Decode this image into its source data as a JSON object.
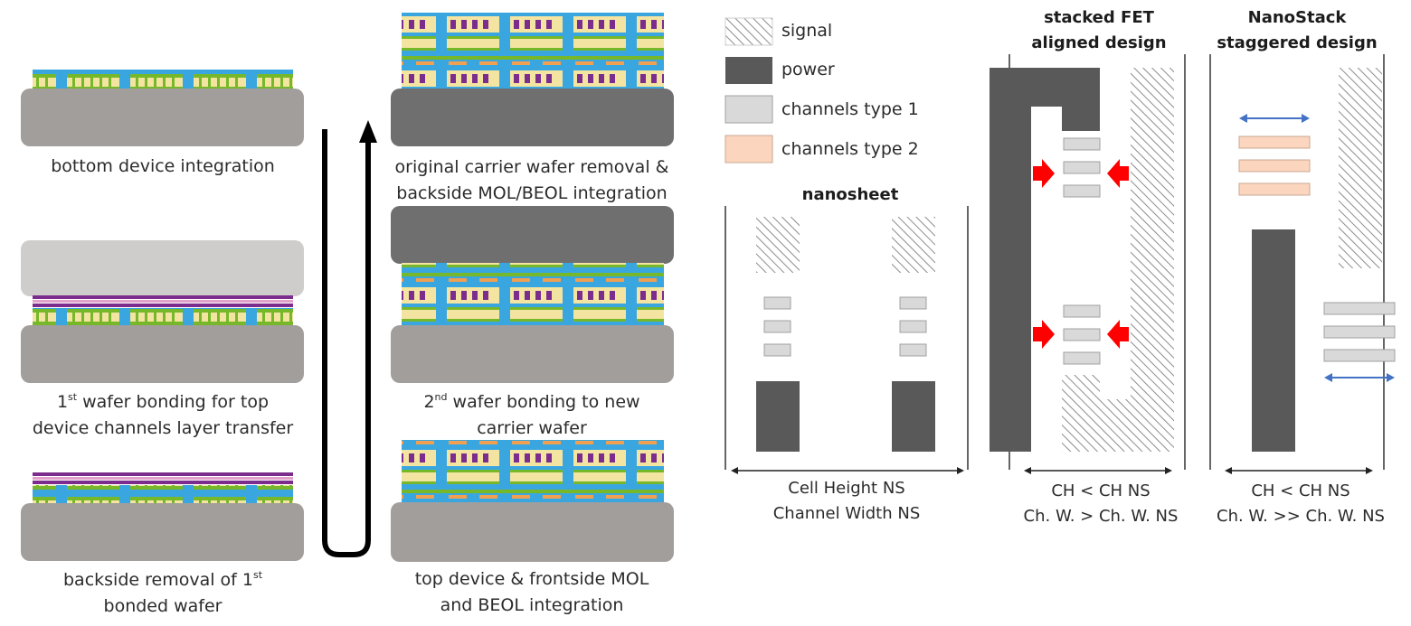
{
  "flow": {
    "steps": [
      {
        "id": "bottom",
        "label": "bottom device integration"
      },
      {
        "id": "first_bond",
        "line1_sup": "st",
        "line1_prefix": "1",
        "line1_rest": " wafer bonding for top",
        "line2": "device channels layer transfer"
      },
      {
        "id": "backside_removal",
        "line1_text": "backside removal of 1",
        "line1_sup": "st",
        "line2": "bonded wafer"
      },
      {
        "id": "top_device",
        "line1": "top device & frontside MOL",
        "line2": "and BEOL integration"
      },
      {
        "id": "second_bond",
        "line1_prefix": "2",
        "line1_sup": "nd",
        "line1_rest": " wafer bonding to new",
        "line2": "carrier wafer"
      },
      {
        "id": "carrier_removal",
        "line1": "original carrier wafer removal &",
        "line2": "backside MOL/BEOL integration"
      }
    ]
  },
  "legend": {
    "items": [
      {
        "label": "signal",
        "style": "hatched"
      },
      {
        "label": "power",
        "style": "solid-dark"
      },
      {
        "label": "channels type 1",
        "style": "light-gray"
      },
      {
        "label": "channels type 2",
        "style": "peach"
      }
    ]
  },
  "designs": {
    "nanosheet": {
      "title": "nanosheet",
      "dim_line1": "Cell Height NS",
      "dim_line2": "Channel Width NS"
    },
    "stacked": {
      "title_line1": "stacked FET",
      "title_line2": "aligned design",
      "dim_line1": "CH < CH NS",
      "dim_line2": "Ch. W. > Ch. W. NS"
    },
    "nanostack": {
      "title_line1": "NanoStack",
      "title_line2": "staggered design",
      "dim_line1": "CH < CH NS",
      "dim_line2": "Ch. W.  >> Ch. W. NS"
    }
  },
  "colors": {
    "substrate": "#a29e9b",
    "dark_wafer": "#6f6f6f",
    "bond_gray": "#cfcdcc",
    "power": "#595959",
    "channel1": "#d9d9d9",
    "channel2": "#fbd5bd",
    "arrow_red": "#ff0000",
    "arrow_blue": "#4472c4",
    "device_blue": "#3aa6e0",
    "device_green": "#76b82a",
    "device_yellow": "#f4e4a1",
    "purple": "#7b2c8c"
  }
}
